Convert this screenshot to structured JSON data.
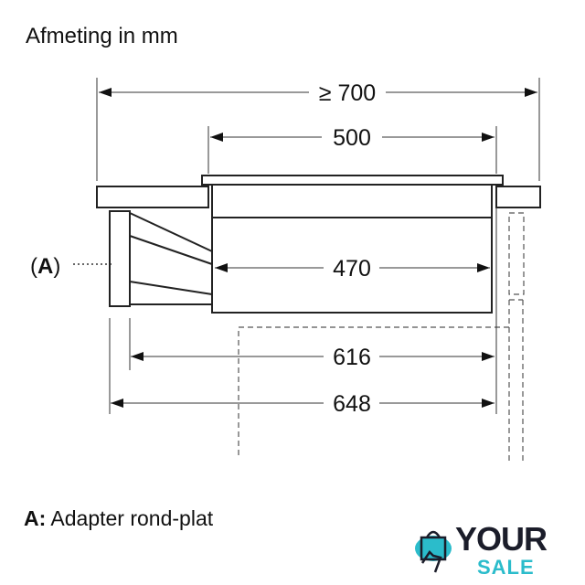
{
  "title": "Afmeting in mm",
  "dimensions": {
    "min_width": "≥ 700",
    "hob_width": "500",
    "body_width": "470",
    "depth_616": "616",
    "depth_648": "648"
  },
  "callout": {
    "label": "A"
  },
  "legend": {
    "key": "A:",
    "text": "Adapter rond-plat"
  },
  "logo": {
    "line1": "YOUR",
    "line2": "SALE",
    "accent_color": "#2bbccb"
  }
}
